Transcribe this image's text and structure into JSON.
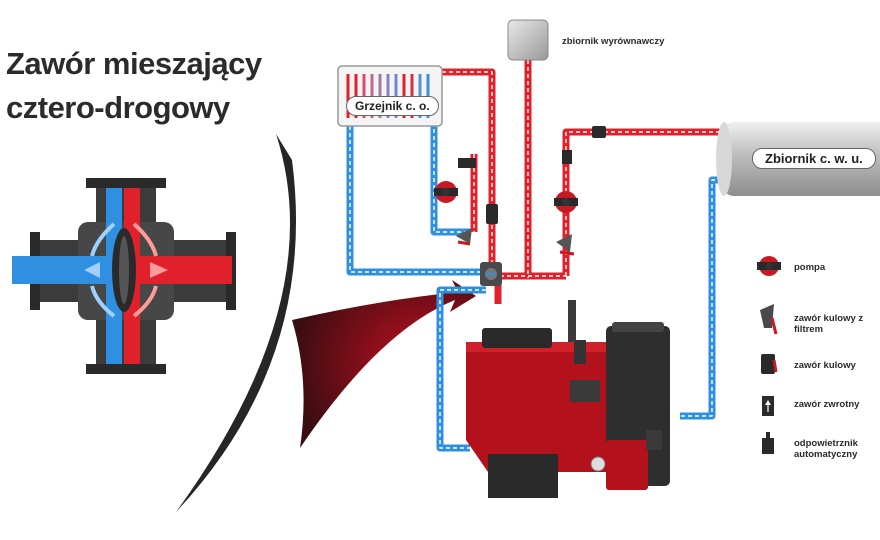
{
  "title": {
    "line1": "Zawór mieszający",
    "line2": "cztero-drogowy"
  },
  "labels": {
    "radiator": "Grzejnik c. o.",
    "expansion_tank": "zbiornik wyrównawczy",
    "dhw_tank": "Zbiornik c. w. u."
  },
  "legend": [
    {
      "icon": "pump-icon",
      "label": "pompa"
    },
    {
      "icon": "ball-valve-filter-icon",
      "label": "zawór kulowy z filtrem"
    },
    {
      "icon": "ball-valve-icon",
      "label": "zawór kulowy"
    },
    {
      "icon": "check-valve-icon",
      "label": "zawór zwrotny"
    },
    {
      "icon": "air-vent-icon",
      "label": "odpowietrznik automatyczny"
    }
  ],
  "colors": {
    "hot": "#e0202a",
    "cold": "#2f8fe0",
    "boiler": "#b3111b",
    "dark": "#2a2a2a"
  }
}
